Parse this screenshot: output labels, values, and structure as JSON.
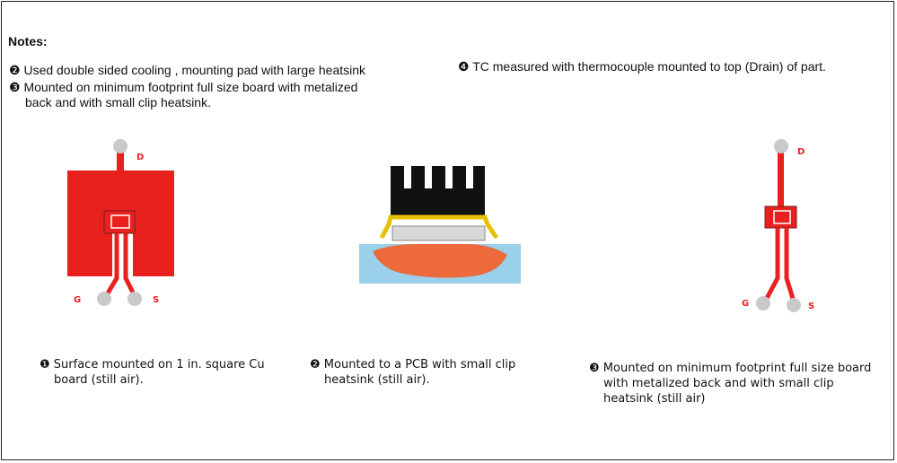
{
  "notes": {
    "title": "Notes:",
    "n2": {
      "bullet": "❷",
      "text": "Used double sided cooling , mounting pad with large heatsink"
    },
    "n3": {
      "bullet": "❸",
      "line1": "Mounted on minimum footprint full size board with metalized",
      "line2": "back and with small clip heatsink."
    },
    "n4": {
      "bullet": "❹",
      "text": "TC measured with thermocouple mounted to top (Drain) of part."
    }
  },
  "figures": {
    "fig1": {
      "pin_d": "D",
      "pin_g": "G",
      "pin_s": "S",
      "caption_bullet": "❶",
      "caption_line1": "Surface mounted on 1 in. square Cu",
      "caption_line2": "board  (still air)."
    },
    "fig2": {
      "caption_bullet": "❷",
      "caption_line1": "Mounted to a PCB with small clip",
      "caption_line2": "heatsink (still air)."
    },
    "fig3": {
      "pin_d": "D",
      "pin_g": "G",
      "pin_s": "S",
      "caption_bullet": "❸",
      "caption_line1": "Mounted on minimum footprint full size board",
      "caption_line2": "with metalized back and with small clip",
      "caption_line3": "heatsink (still air)"
    }
  },
  "colors": {
    "copper": "#e8211f",
    "pcb": "#9bd0ea",
    "heat": "#ec6a3b",
    "heatsink": "#111111",
    "clip": "#e8c000"
  }
}
